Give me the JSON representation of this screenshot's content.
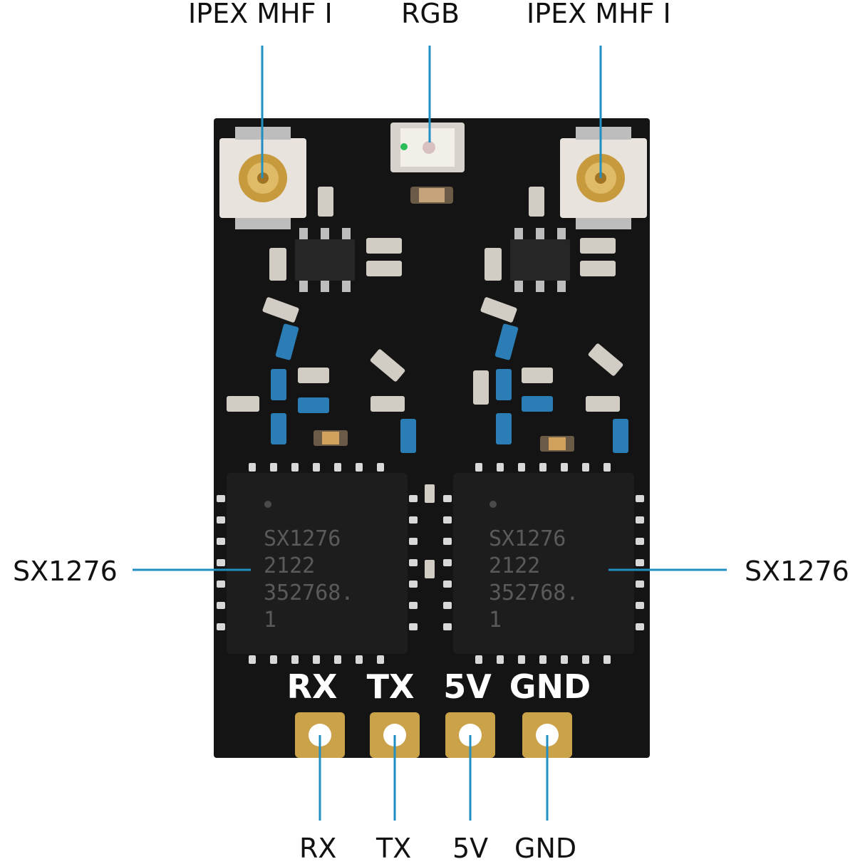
{
  "labels": {
    "antenna_left": "IPEX MHF I",
    "led": "RGB",
    "antenna_right": "IPEX MHF I",
    "chip_left": "SX1276",
    "chip_right": "SX1276",
    "pin_rx": "RX",
    "pin_tx": "TX",
    "pin_5v": "5V",
    "pin_gnd": "GND"
  },
  "silkscreen": {
    "rx": "RX",
    "tx": "TX",
    "v5": "5V",
    "gnd": "GND"
  },
  "chip_markings": {
    "left": [
      "SX1276",
      "2122",
      "352768.",
      "1"
    ],
    "right": [
      "SX1276",
      "2122",
      "352768.",
      "1"
    ]
  },
  "colors": {
    "pcb": "#141414",
    "leader_line": "#1f8fc4",
    "gold_pad": "#c9a24a",
    "chip": "#1a1a1a"
  }
}
